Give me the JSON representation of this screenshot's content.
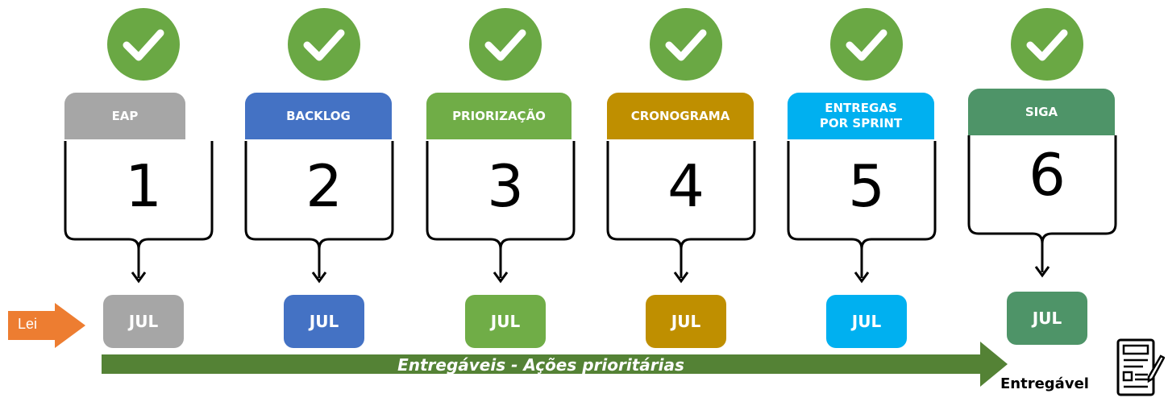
{
  "steps": [
    {
      "number": "1",
      "title": "EAP",
      "month": "JUL",
      "color": "#a6a6a6"
    },
    {
      "number": "2",
      "title": "BACKLOG",
      "month": "JUL",
      "color": "#4472c4"
    },
    {
      "number": "3",
      "title": "PRIORIZAÇÃO",
      "month": "JUL",
      "color": "#70ad47"
    },
    {
      "number": "4",
      "title": "CRONOGRAMA",
      "month": "JUL",
      "color": "#bf8f00"
    },
    {
      "number": "5",
      "title": "ENTREGAS\nPOR SPRINT",
      "month": "JUL",
      "color": "#00b0f0"
    },
    {
      "number": "6",
      "title": "SIGA",
      "month": "JUL",
      "color": "#4e9468"
    }
  ],
  "lei_label": "Lei",
  "timeline": {
    "label": "Entregáveis - Ações prioritárias",
    "color": "#548235"
  },
  "deliverable_label": "Entregável",
  "icons": {
    "check": "check-circle-icon",
    "document": "document-icon",
    "arrow": "arrow-right-icon"
  },
  "accent": {
    "check": "#6aa844",
    "lei": "#ed7d31"
  }
}
